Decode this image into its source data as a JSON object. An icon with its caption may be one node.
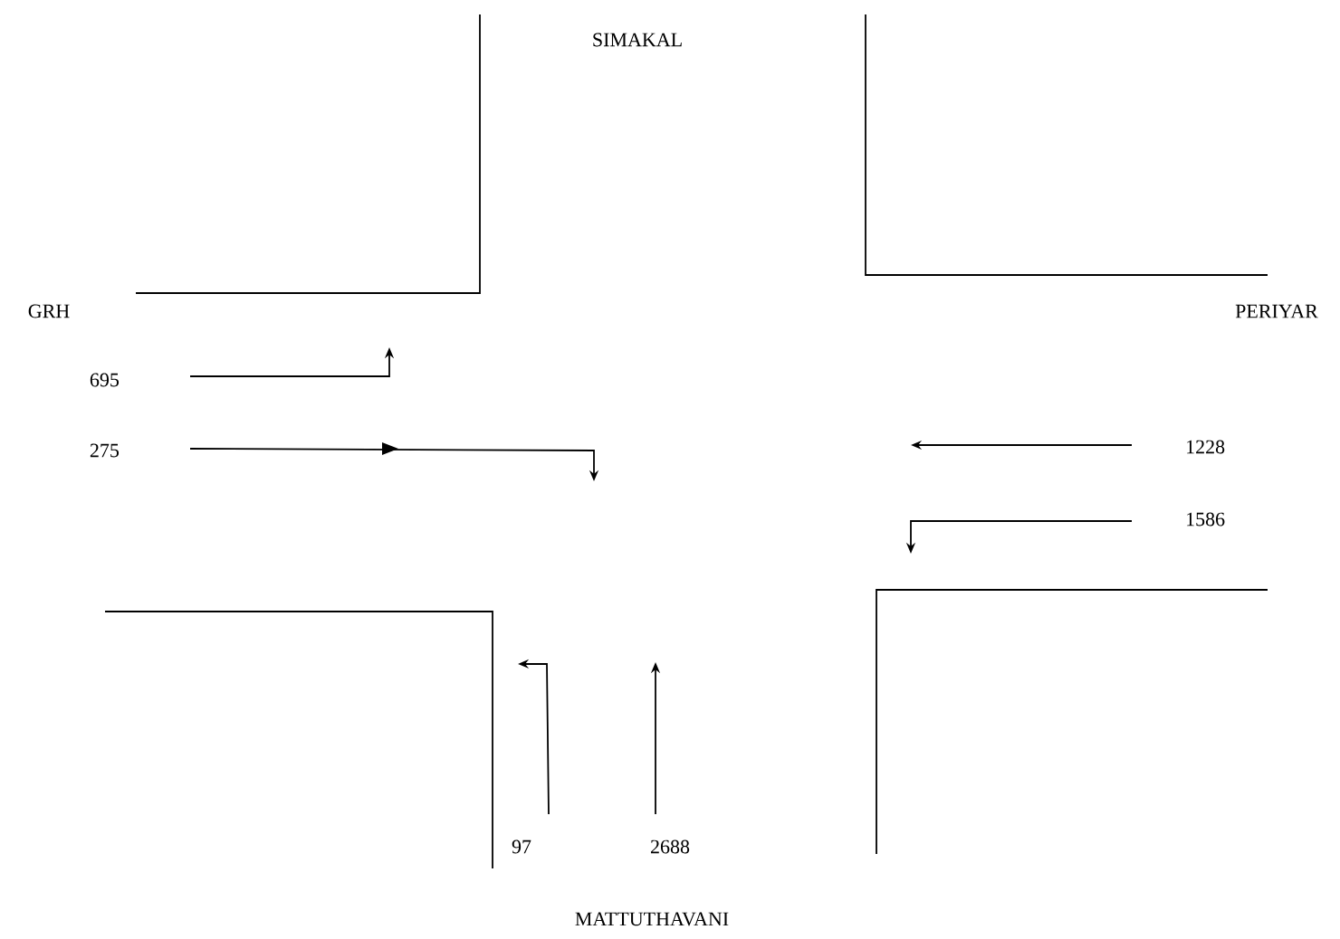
{
  "diagram": {
    "labels": [
      "SIMAKAL",
      "GRH",
      "PERIYAR",
      "695",
      "275",
      "1228",
      "1586",
      "97",
      "2688",
      "MATTUTHAVANI"
    ]
  }
}
